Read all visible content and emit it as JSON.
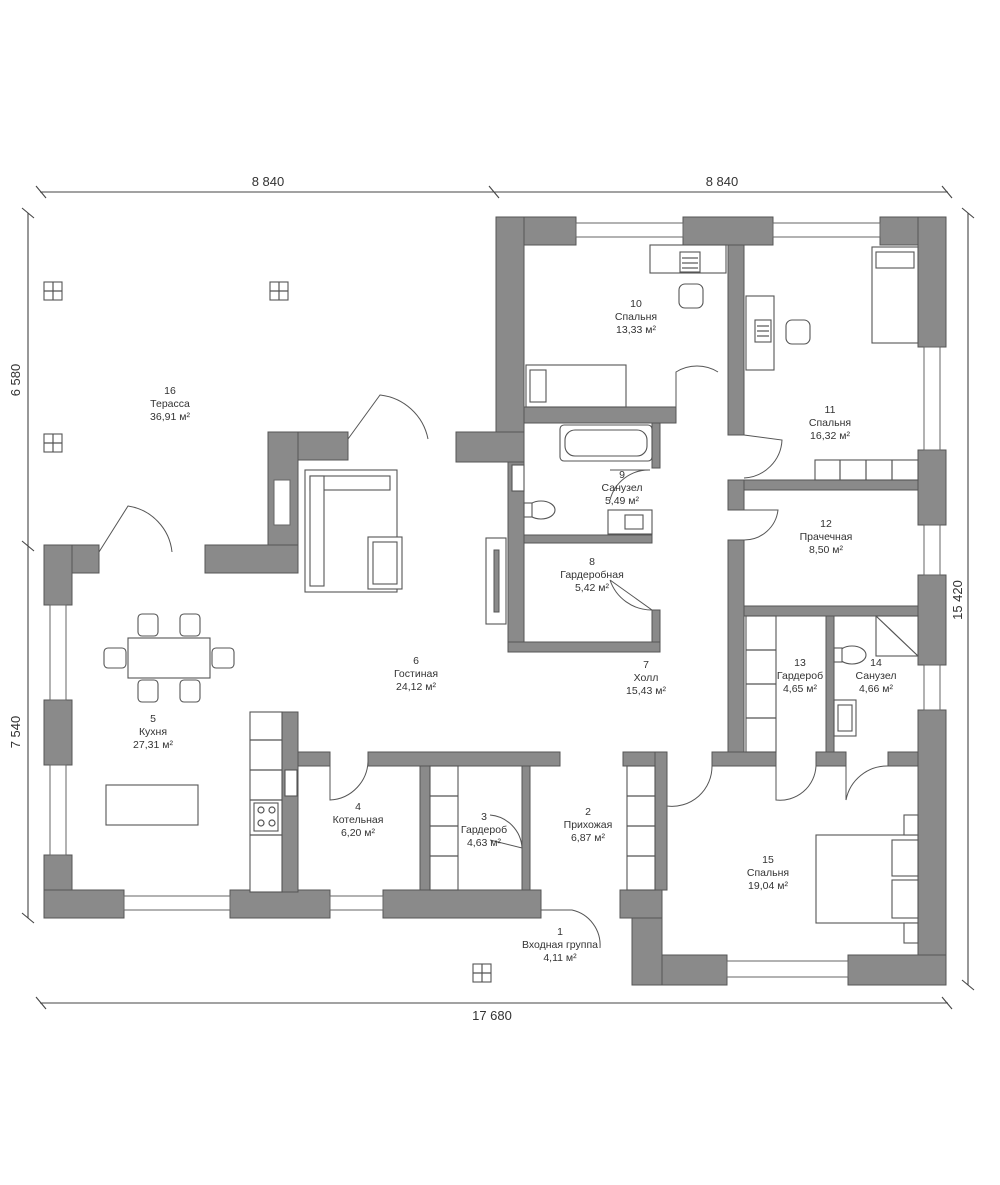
{
  "dimensions": {
    "top_left": "8 840",
    "top_right": "8 840",
    "left_upper": "6 580",
    "left_lower": "7 540",
    "right": "15 420",
    "bottom": "17 680"
  },
  "rooms": [
    {
      "id": "room-1",
      "num": "1",
      "name": "Входная группа",
      "area": "4,11 м²"
    },
    {
      "id": "room-2",
      "num": "2",
      "name": "Прихожая",
      "area": "6,87 м²"
    },
    {
      "id": "room-3",
      "num": "3",
      "name": "Гардероб",
      "area": "4,63 м²"
    },
    {
      "id": "room-4",
      "num": "4",
      "name": "Котельная",
      "area": "6,20 м²"
    },
    {
      "id": "room-5",
      "num": "5",
      "name": "Кухня",
      "area": "27,31 м²"
    },
    {
      "id": "room-6",
      "num": "6",
      "name": "Гостиная",
      "area": "24,12 м²"
    },
    {
      "id": "room-7",
      "num": "7",
      "name": "Холл",
      "area": "15,43 м²"
    },
    {
      "id": "room-8",
      "num": "8",
      "name": "Гардеробная",
      "area": "5,42 м²"
    },
    {
      "id": "room-9",
      "num": "9",
      "name": "Санузел",
      "area": "5,49 м²"
    },
    {
      "id": "room-10",
      "num": "10",
      "name": "Спальня",
      "area": "13,33 м²"
    },
    {
      "id": "room-11",
      "num": "11",
      "name": "Спальня",
      "area": "16,32 м²"
    },
    {
      "id": "room-12",
      "num": "12",
      "name": "Прачечная",
      "area": "8,50 м²"
    },
    {
      "id": "room-13",
      "num": "13",
      "name": "Гардероб",
      "area": "4,65 м²"
    },
    {
      "id": "room-14",
      "num": "14",
      "name": "Санузел",
      "area": "4,66 м²"
    },
    {
      "id": "room-15",
      "num": "15",
      "name": "Спальня",
      "area": "19,04 м²"
    },
    {
      "id": "room-16",
      "num": "16",
      "name": "Терасса",
      "area": "36,91 м²"
    }
  ],
  "colors": {
    "wall": "#8a8a8a",
    "line": "#555555",
    "background": "#ffffff"
  }
}
